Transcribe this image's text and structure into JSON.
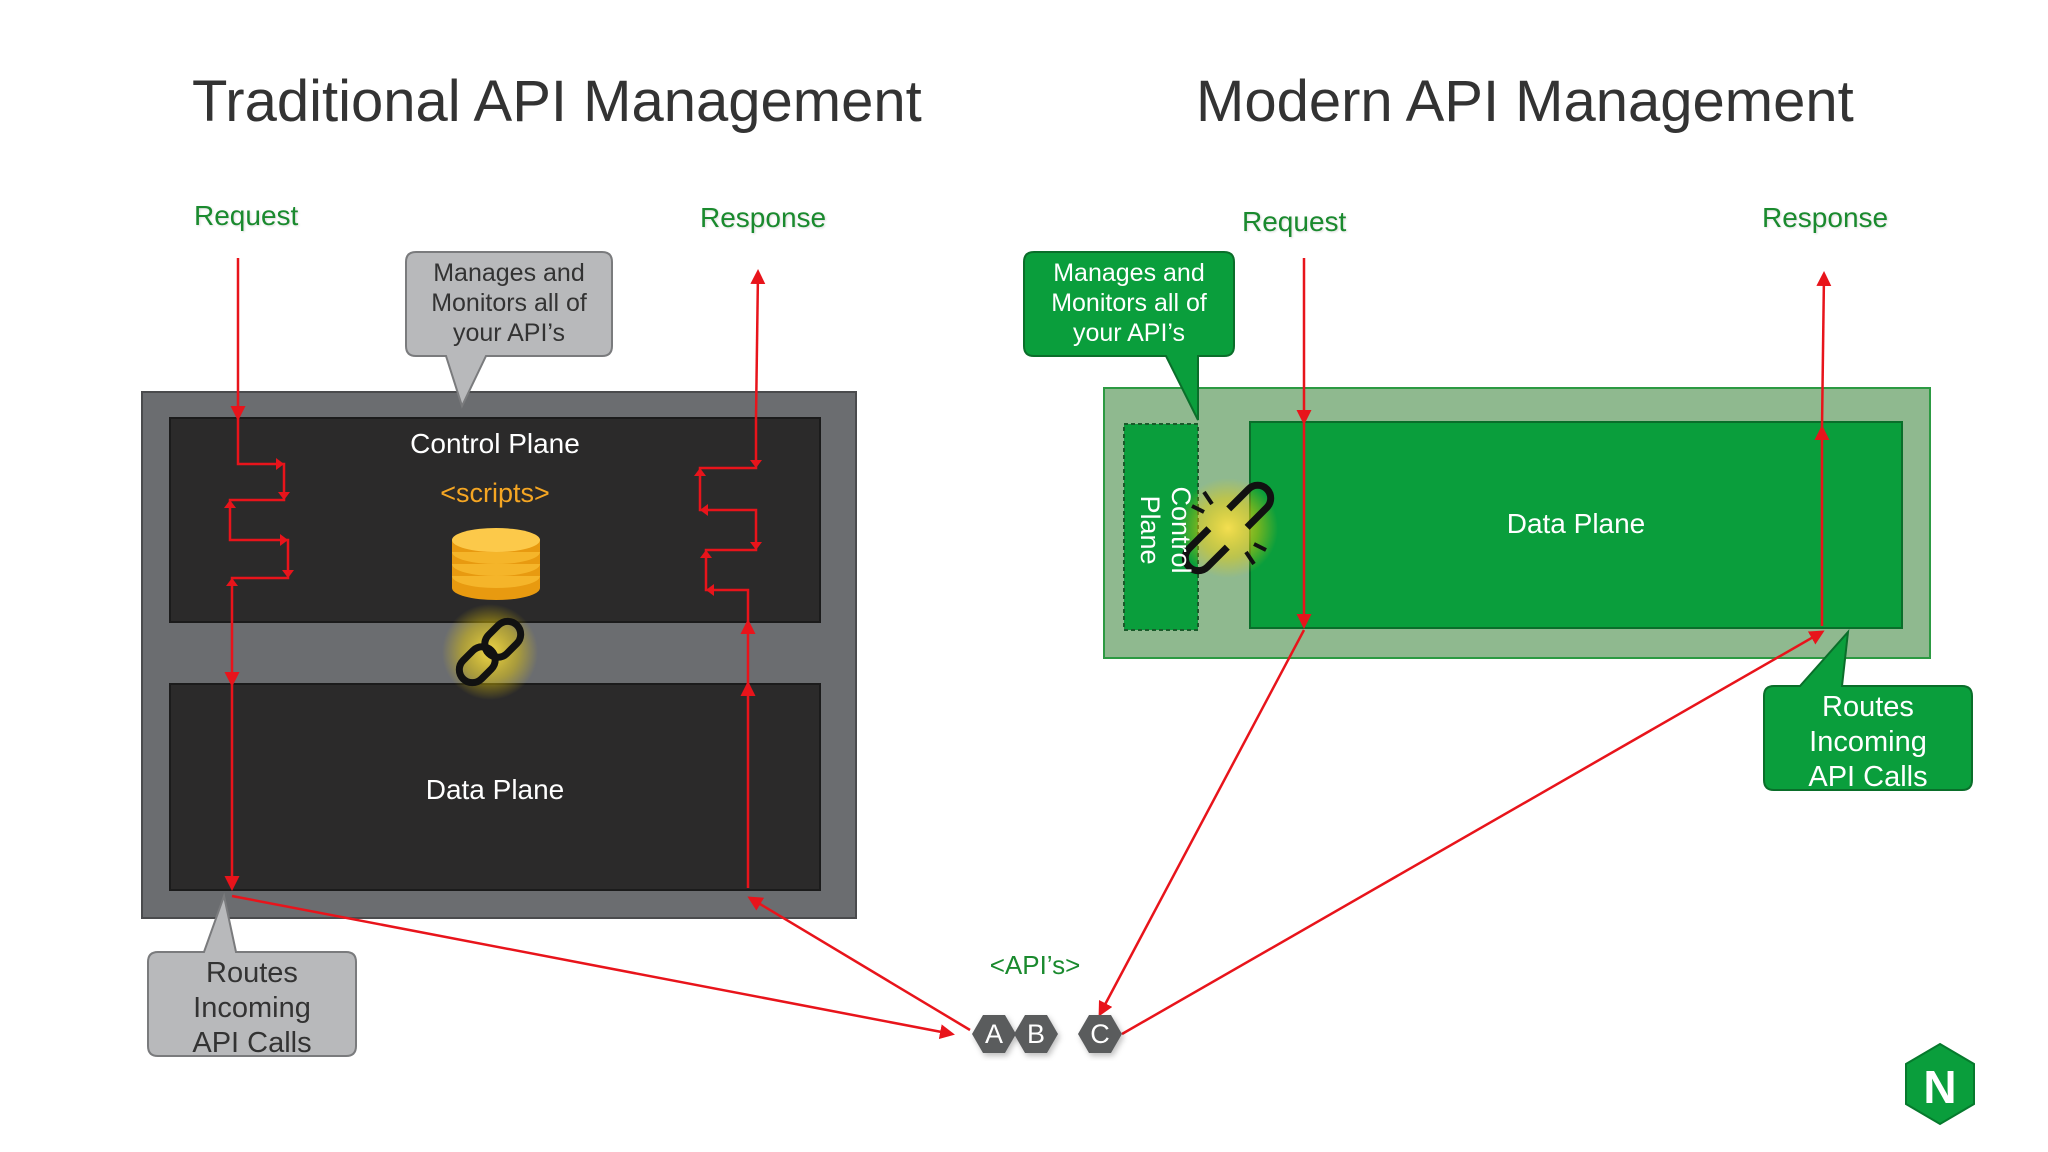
{
  "titles": {
    "traditional": "Traditional API Management",
    "modern": "Modern API Management"
  },
  "traditional": {
    "request_label": "Request",
    "response_label": "Response",
    "callout_top": [
      "Manages and",
      "Monitors all of",
      "your API’s"
    ],
    "control_plane_label": "Control Plane",
    "scripts_label": "<scripts>",
    "data_plane_label": "Data Plane",
    "callout_bottom": [
      "Routes",
      "Incoming",
      "API Calls"
    ]
  },
  "modern": {
    "request_label": "Request",
    "response_label": "Response",
    "callout_top": [
      "Manages and",
      "Monitors all of",
      "your API’s"
    ],
    "control_plane_label": [
      "Control",
      "Plane"
    ],
    "data_plane_label": "Data Plane",
    "callout_bottom": [
      "Routes",
      "Incoming",
      "API Calls"
    ]
  },
  "apis": {
    "label": "<API’s>",
    "nodes": [
      "A",
      "B",
      "C"
    ]
  },
  "logo": {
    "letter": "N"
  },
  "colors": {
    "arrow": "#e8141b",
    "green_dark": "#0a9e3c",
    "green_label": "#1a8a2e",
    "gray_panel": "#6b6d70",
    "dark_box": "#2b2a2a",
    "scripts": "#f5a623"
  }
}
